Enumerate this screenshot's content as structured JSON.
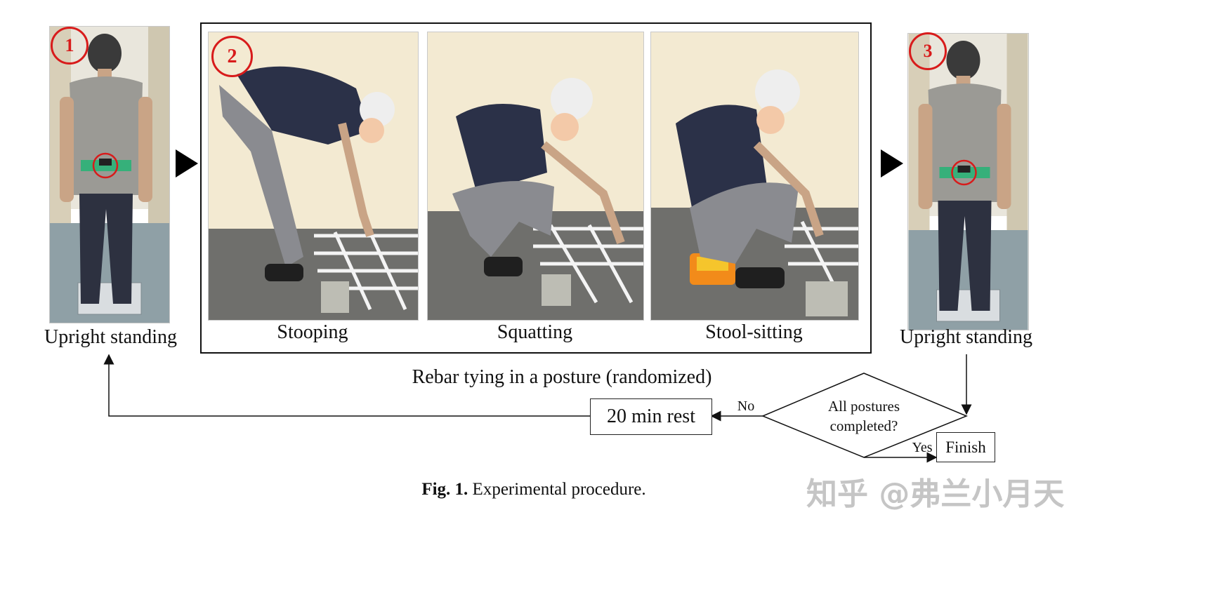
{
  "steps": {
    "step1": {
      "number": "1",
      "caption": "Upright standing"
    },
    "step2": {
      "number": "2",
      "postures": [
        "Stooping",
        "Squatting",
        "Stool-sitting"
      ],
      "caption": "Rebar tying in a posture (randomized)"
    },
    "step3": {
      "number": "3",
      "caption": "Upright standing"
    }
  },
  "flow": {
    "decision": "All postures completed?",
    "decision_line1": "All postures",
    "decision_line2": "completed?",
    "no_label": "No",
    "yes_label": "Yes",
    "rest_box": "20 min rest",
    "finish_box": "Finish"
  },
  "figure_caption": {
    "label": "Fig. 1.",
    "text": "Experimental procedure."
  },
  "watermark": "知乎 @弗兰小月天",
  "colors": {
    "marker_red": "#d81b1b",
    "shirt_navy": "#2b3148",
    "wall_cream": "#f3ead2",
    "floor_gray": "#6f6f6c",
    "belt_green": "#36b07a"
  }
}
